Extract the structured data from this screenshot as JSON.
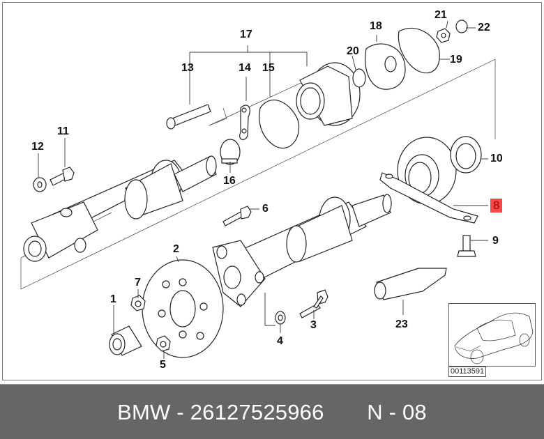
{
  "diagram": {
    "title": "Drive shaft assembly - center mount",
    "callouts": [
      {
        "id": "1",
        "label": "1"
      },
      {
        "id": "2",
        "label": "2"
      },
      {
        "id": "3",
        "label": "3"
      },
      {
        "id": "4",
        "label": "4"
      },
      {
        "id": "5",
        "label": "5"
      },
      {
        "id": "6",
        "label": "6"
      },
      {
        "id": "7",
        "label": "7"
      },
      {
        "id": "8",
        "label": "8",
        "highlighted": true
      },
      {
        "id": "9",
        "label": "9"
      },
      {
        "id": "10",
        "label": "10"
      },
      {
        "id": "11",
        "label": "11"
      },
      {
        "id": "12",
        "label": "12"
      },
      {
        "id": "13",
        "label": "13"
      },
      {
        "id": "14",
        "label": "14"
      },
      {
        "id": "15",
        "label": "15"
      },
      {
        "id": "16",
        "label": "16"
      },
      {
        "id": "17",
        "label": "17"
      },
      {
        "id": "18",
        "label": "18"
      },
      {
        "id": "19",
        "label": "19"
      },
      {
        "id": "20",
        "label": "20"
      },
      {
        "id": "21",
        "label": "21"
      },
      {
        "id": "22",
        "label": "22"
      },
      {
        "id": "23",
        "label": "23"
      }
    ],
    "highlight_color": "#f04a4a",
    "car_inset": {
      "code": "00113591",
      "icon": "car-outline-icon"
    }
  },
  "footer": {
    "brand": "BMW",
    "separator": "-",
    "part_number": "26127525966",
    "position_label": "N - 08",
    "background": "#666666"
  }
}
